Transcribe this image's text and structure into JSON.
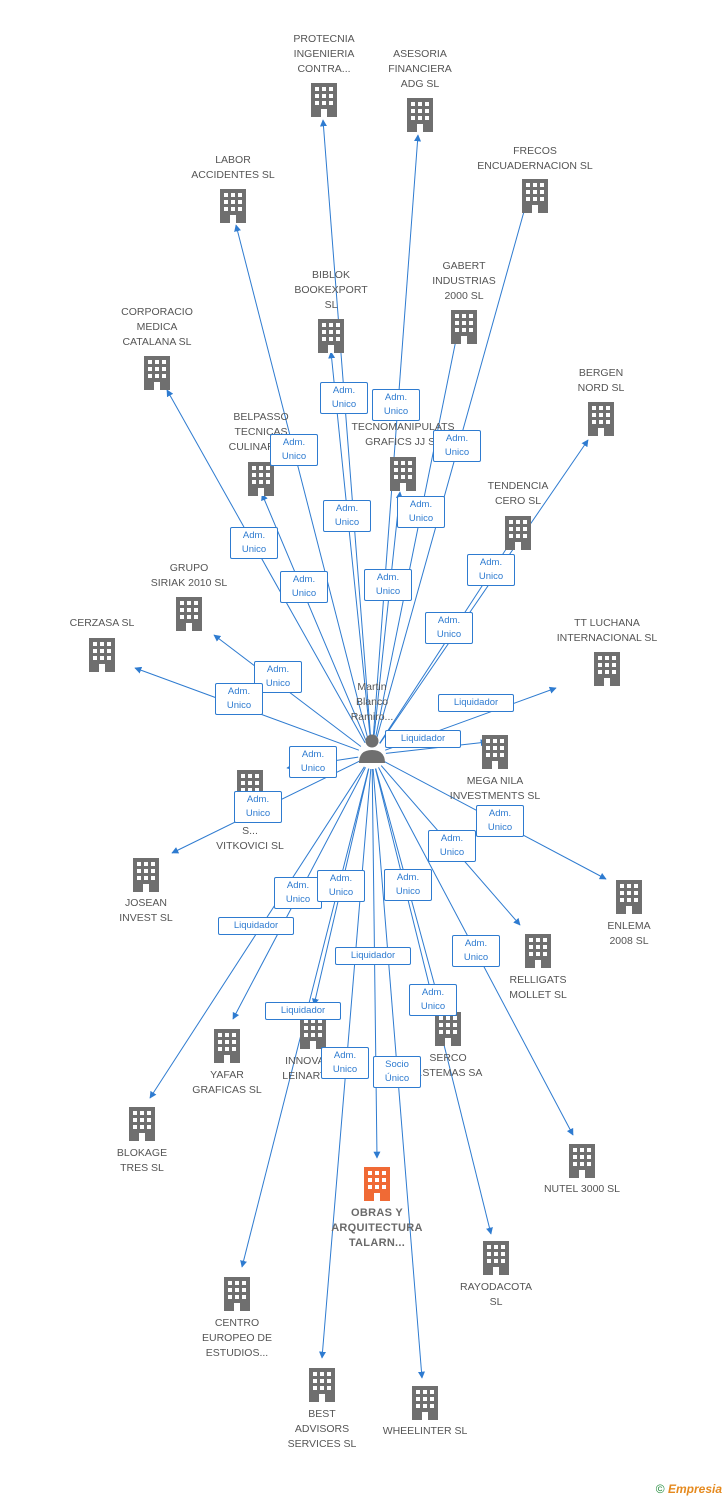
{
  "center": {
    "name": "Martin\nBlanco\nRamiro..."
  },
  "nodes": [
    {
      "id": "protecnia",
      "label": "PROTECNIA\nINGENIERIA\nCONTRA...",
      "role": "Adm.\nUnico"
    },
    {
      "id": "asesoria",
      "label": "ASESORIA\nFINANCIERA\nADG SL",
      "role": "Adm.\nUnico"
    },
    {
      "id": "frecos",
      "label": "FRECOS\nENCUADERNACION SL",
      "role": "Adm.\nUnico"
    },
    {
      "id": "labor",
      "label": "LABOR\nACCIDENTES SL",
      "role": "Adm.\nUnico"
    },
    {
      "id": "biblok",
      "label": "BIBLOK\nBOOKEXPORT\nSL",
      "role": "Adm.\nUnico"
    },
    {
      "id": "gabert",
      "label": "GABERT\nINDUSTRIAS\n2000 SL",
      "role": "Adm.\nUnico"
    },
    {
      "id": "corporacio",
      "label": "CORPORACIO\nMEDICA\nCATALANA SL",
      "role": "Adm.\nUnico"
    },
    {
      "id": "bergen",
      "label": "BERGEN\nNORD SL",
      "role": "Adm.\nUnico"
    },
    {
      "id": "belpasso",
      "label": "BELPASSO\nTECNICAS\nCULINARIA...",
      "role": "Adm.\nUnico"
    },
    {
      "id": "tecnomanipulats",
      "label": "TECNOMANIPULATS\nGRAFICS JJ SL",
      "role": "Adm.\nUnico"
    },
    {
      "id": "tendencia",
      "label": "TENDENCIA\nCERO SL",
      "role": "Adm.\nUnico"
    },
    {
      "id": "siriak",
      "label": "GRUPO\nSIRIAK 2010 SL",
      "role": "Adm.\nUnico"
    },
    {
      "id": "cerzasa",
      "label": "CERZASA SL",
      "role": "Adm.\nUnico"
    },
    {
      "id": "ttluchana",
      "label": "TT LUCHANA\nINTERNACIONAL SL",
      "role": "Liquidador"
    },
    {
      "id": "meganila",
      "label": "MEGA NILA\nINVESTMENTS SL",
      "role": "Liquidador"
    },
    {
      "id": "vitkovici",
      "label": "S...\nVITKOVICI SL",
      "role": "Adm.\nUnico"
    },
    {
      "id": "josean",
      "label": "JOSEAN\nINVEST SL",
      "role": "Adm.\nUnico"
    },
    {
      "id": "enlema",
      "label": "ENLEMA\n2008  SL",
      "role": "Adm.\nUnico"
    },
    {
      "id": "relligats",
      "label": "RELLIGATS\nMOLLET SL",
      "role": "Adm.\nUnico"
    },
    {
      "id": "yafar",
      "label": "YAFAR\nGRAFICAS  SL",
      "role": "Adm.\nUnico"
    },
    {
      "id": "innovac",
      "label": "INNOVAC...\nLEINART 1...",
      "role": "Adm.\nUnico"
    },
    {
      "id": "serco",
      "label": "SERCO\n...STEMAS SA",
      "role": "Adm.\nUnico"
    },
    {
      "id": "blokage",
      "label": "BLOKAGE\nTRES SL",
      "role": "Liquidador"
    },
    {
      "id": "nutel",
      "label": "NUTEL 3000 SL",
      "role": "Adm.\nUnico"
    },
    {
      "id": "obras",
      "label": "OBRAS Y\nARQUITECTURA\nTALARN...",
      "role": "Liquidador",
      "focus": true
    },
    {
      "id": "centro",
      "label": "CENTRO\nEUROPEO DE\nESTUDIOS...",
      "role": "Liquidador"
    },
    {
      "id": "rayodacota",
      "label": "RAYODACOTA\nSL",
      "role": "Adm.\nUnico"
    },
    {
      "id": "bestadvisors",
      "label": "BEST\nADVISORS\nSERVICES SL",
      "role": "Adm.\nUnico"
    },
    {
      "id": "wheelinter",
      "label": "WHEELINTER SL",
      "role": "Socio\nÚnico"
    }
  ],
  "colors": {
    "edge": "#2e7bd0",
    "building": "#6f6f6f",
    "focus_building": "#f06a35",
    "person": "#6f6f6f"
  },
  "footer": {
    "copyright": "©",
    "brand": "Empresia"
  }
}
